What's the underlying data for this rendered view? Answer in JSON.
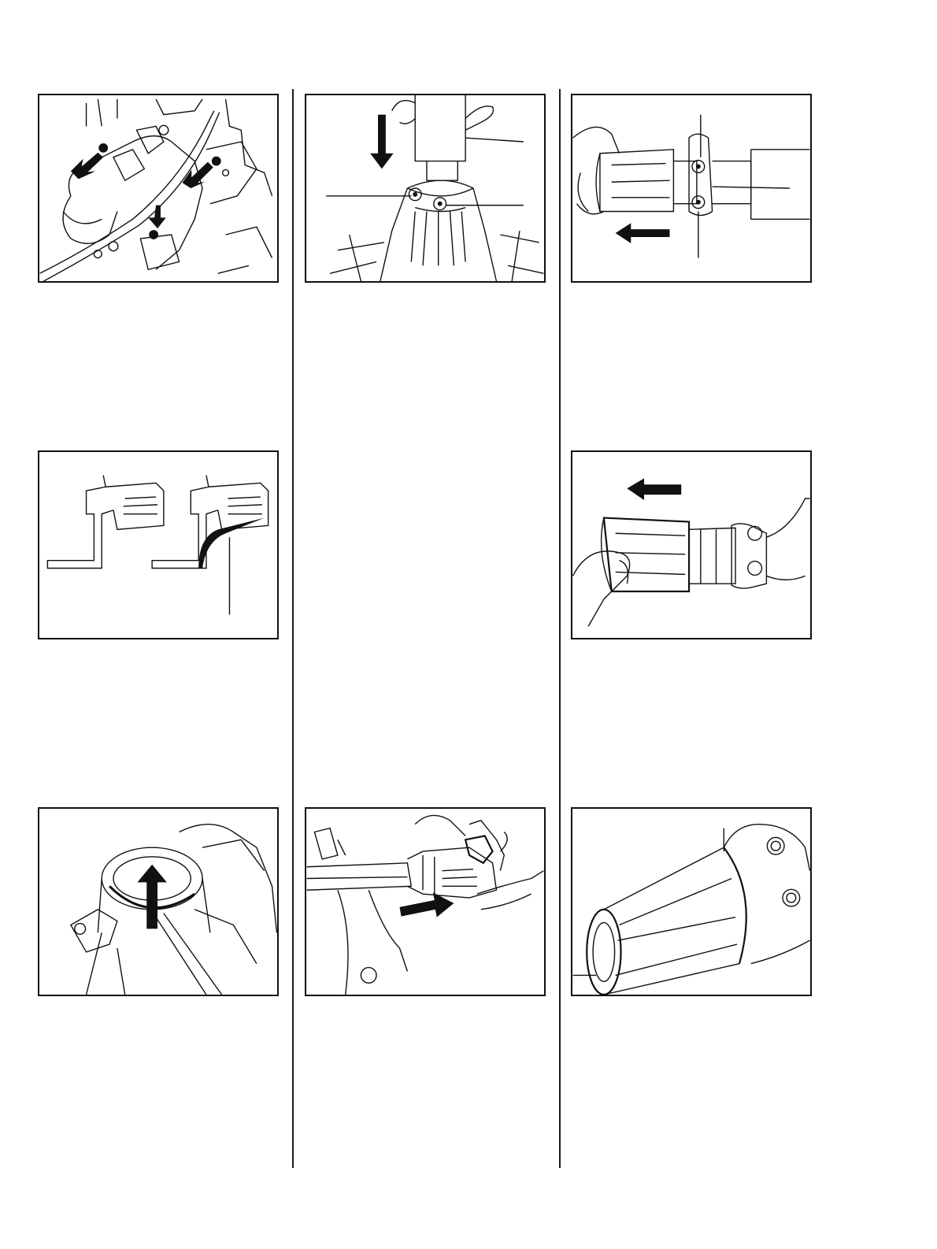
{
  "page": {
    "type": "service manual illustration page",
    "columns": 3,
    "background_color": "#ffffff",
    "ink_color": "#111111"
  },
  "figures": [
    {
      "id": "fig-1",
      "column": 1,
      "row": 1,
      "icon": "gearbox-screws-arrows",
      "label": "",
      "arrows": 3
    },
    {
      "id": "fig-2",
      "column": 2,
      "row": 1,
      "icon": "shaft-insert-down",
      "label": "",
      "arrows": 1
    },
    {
      "id": "fig-3",
      "column": 3,
      "row": 1,
      "icon": "clamp-slide-left",
      "label": "",
      "arrows": 1
    },
    {
      "id": "fig-4",
      "column": 1,
      "row": 2,
      "icon": "housing-side-views",
      "label": "",
      "arrows": 0
    },
    {
      "id": "fig-5",
      "column": 3,
      "row": 2,
      "icon": "sleeve-pull-left",
      "label": "",
      "arrows": 1
    },
    {
      "id": "fig-6",
      "column": 1,
      "row": 3,
      "icon": "bearing-ring-up",
      "label": "",
      "arrows": 1
    },
    {
      "id": "fig-7",
      "column": 2,
      "row": 3,
      "icon": "gearhead-pull-right",
      "label": "",
      "arrows": 1
    },
    {
      "id": "fig-8",
      "column": 3,
      "row": 3,
      "icon": "sleeve-closeup",
      "label": "",
      "arrows": 0
    }
  ]
}
